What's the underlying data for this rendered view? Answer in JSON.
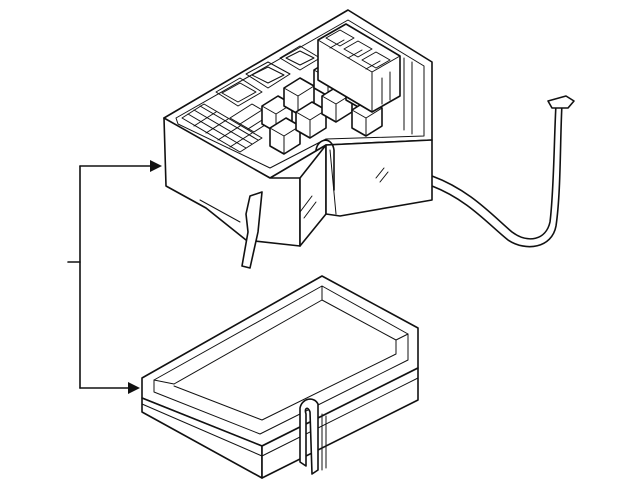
{
  "diagram": {
    "kind": "exploded parts illustration",
    "parts": [
      {
        "name": "fuse-relay-box",
        "depicted": true
      },
      {
        "name": "box-tray",
        "depicted": true
      },
      {
        "name": "wire-harness-lead",
        "depicted": true
      }
    ],
    "callout": {
      "style": "bracket with two arrows",
      "label": ""
    },
    "colors": {
      "line": "#111111",
      "background": "#ffffff"
    }
  }
}
